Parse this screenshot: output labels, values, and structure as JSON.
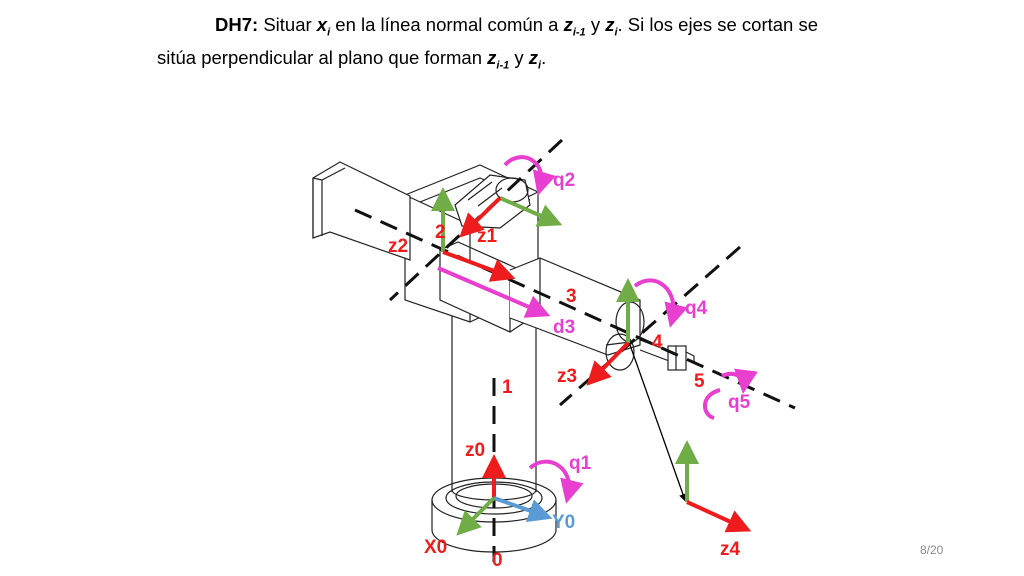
{
  "slide": {
    "heading_label": "DH7:",
    "line1_text_a": "Situar",
    "line1_var_x": "x",
    "line1_sub_i": "i",
    "line1_text_b": "en la línea normal común a",
    "line1_var_z1": "z",
    "line1_sub_im1": "i-1",
    "line1_text_c": "y",
    "line1_var_z2": "z",
    "line1_sub_i2": "i",
    "line1_text_d": ". Si los ejes se cortan se",
    "line2_text_a": "sitúa perpendicular al plano que forman",
    "line2_var_z1": "z",
    "line2_sub_im1": "i-1",
    "line2_text_b": "y",
    "line2_var_z2": "z",
    "line2_sub_i": "i",
    "line2_text_c": ".",
    "page_number": "8/20"
  },
  "diagram": {
    "labels": {
      "q2": "q2",
      "z1": "z1",
      "two": "2",
      "z2": "z2",
      "three": "3",
      "d3": "d3",
      "q4": "q4",
      "four": "4",
      "z3": "z3",
      "five": "5",
      "q5": "q5",
      "one": "1",
      "z0": "z0",
      "q1": "q1",
      "y0": "Y0",
      "x0": "X0",
      "zero": "0",
      "z4": "z4"
    },
    "colors": {
      "z_axis": "#ee1c1c",
      "y_axis_vertical": "#70ad47",
      "joint_rotation": "#e83fd0",
      "y0_axis": "#5b9bd5",
      "link_outline": "#222222"
    }
  }
}
